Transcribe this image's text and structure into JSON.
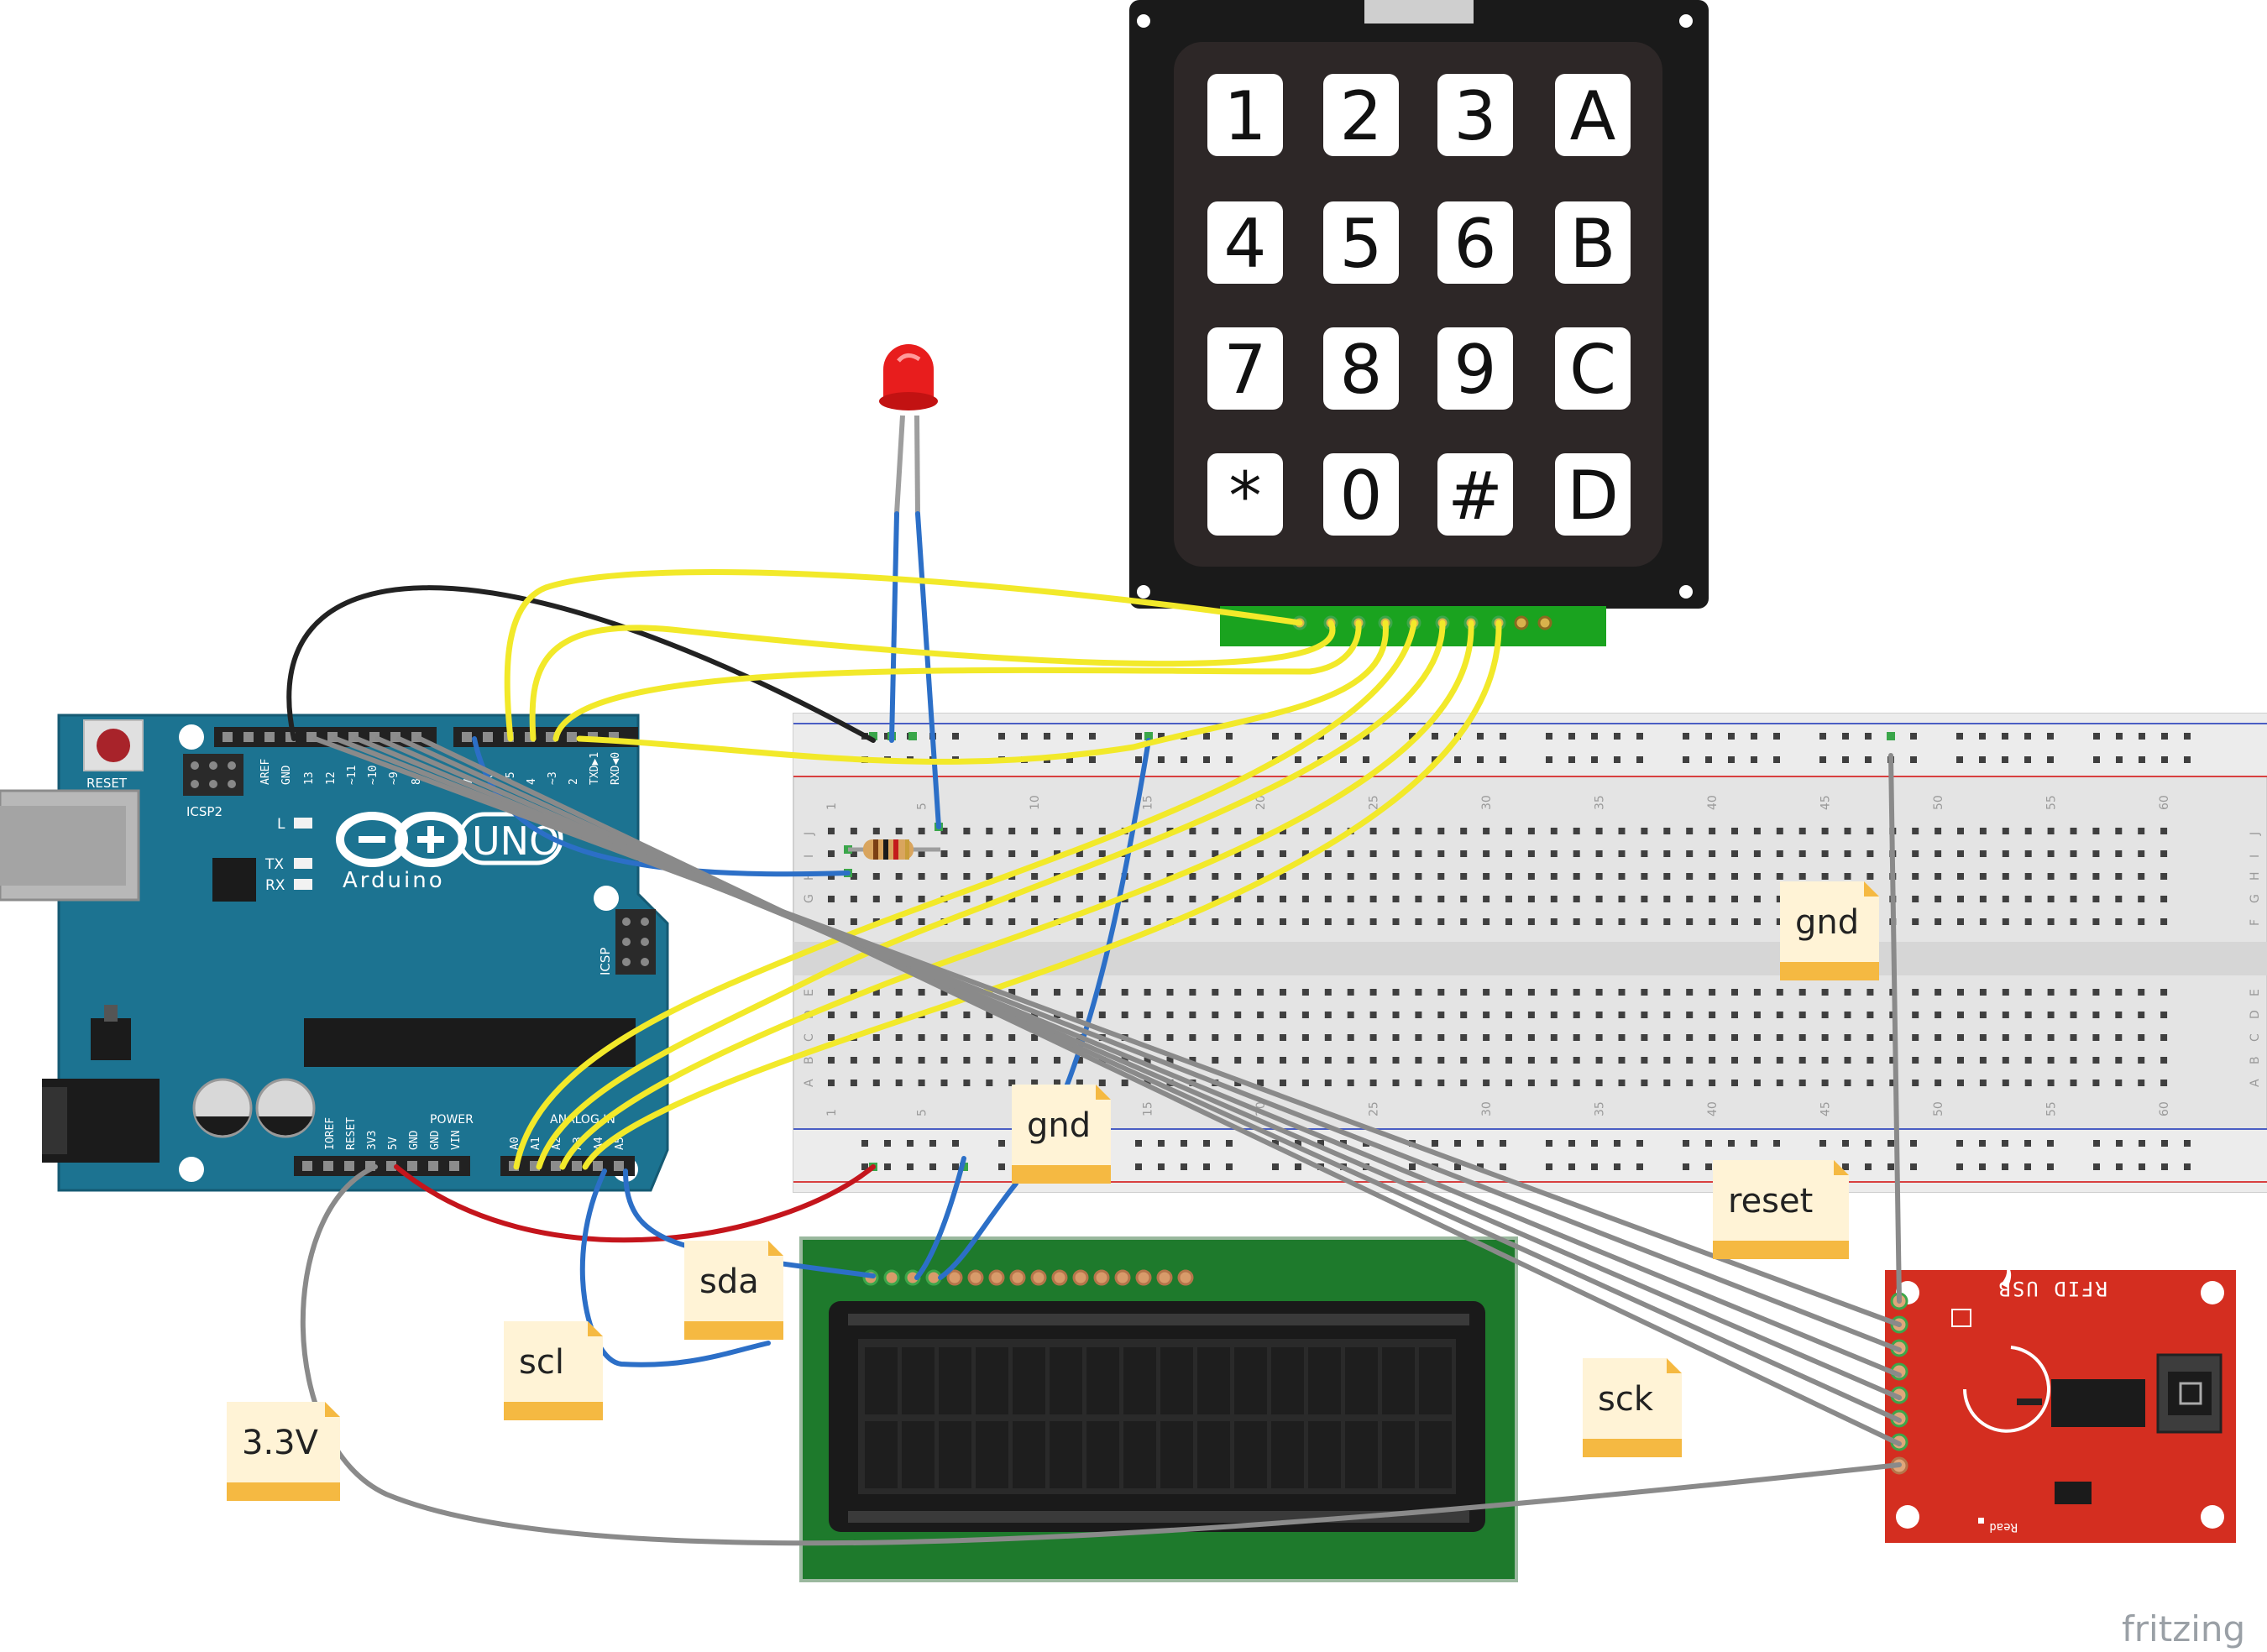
{
  "keypad": {
    "keys": [
      "1",
      "2",
      "3",
      "A",
      "4",
      "5",
      "6",
      "B",
      "7",
      "8",
      "9",
      "C",
      "*",
      "0",
      "#",
      "D"
    ]
  },
  "arduino": {
    "logo_text": "Arduino",
    "model_text": "UNO",
    "reset_label": "RESET",
    "icsp2_label": "ICSP2",
    "icsp_label": "ICSP",
    "l_label": "L",
    "tx_label": "TX",
    "rx_label": "RX",
    "top_pins": [
      "AREF",
      "GND",
      "13",
      "12",
      "~11",
      "~10",
      "~9",
      "8",
      "7",
      "~6",
      "~5",
      "4",
      "~3",
      "2",
      "TXD▶1",
      "RXD◀0"
    ],
    "power_pins": [
      "IOREF",
      "RESET",
      "3V3",
      "5V",
      "GND",
      "GND",
      "VIN"
    ],
    "power_label": "POWER",
    "analog_label": "ANALOG IN",
    "analog_pins": [
      "A0",
      "A1",
      "A2",
      "A3",
      "A4",
      "A5"
    ]
  },
  "rfid": {
    "title": "RFID USB",
    "read_label": "Read"
  },
  "breadboard": {
    "column_numbers": [
      "1",
      "5",
      "10",
      "15",
      "20",
      "25",
      "30",
      "35",
      "40",
      "45",
      "50",
      "55",
      "60"
    ],
    "row_letters_top": [
      "J",
      "I",
      "H",
      "G",
      "F"
    ],
    "row_letters_bottom": [
      "E",
      "D",
      "C",
      "B",
      "A"
    ]
  },
  "notes": {
    "gnd_breadboard": "gnd",
    "gnd_center": "gnd",
    "reset": "reset",
    "sda": "sda",
    "scl": "scl",
    "sck": "sck",
    "v33": "3.3V"
  },
  "watermark": "fritzing",
  "colors": {
    "arduino": "#1c7391",
    "keypad": "#1a1a1a",
    "lcd_board": "#1e7a2c",
    "rfid_board": "#d42e20",
    "wire_yellow": "#f2e92a",
    "wire_blue": "#2c6fc7",
    "wire_gray": "#8a8a8a",
    "wire_red": "#c4151c",
    "wire_black": "#222222",
    "note_fill": "#fff3d6",
    "note_fold": "#f5b942"
  }
}
